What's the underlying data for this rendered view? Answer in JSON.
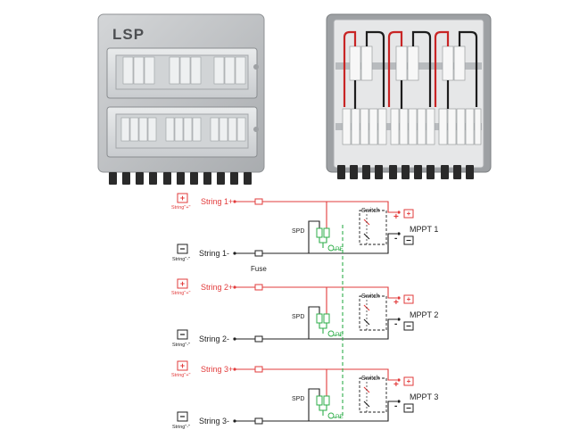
{
  "brand": {
    "logo_text": "LSP"
  },
  "colors": {
    "positive": "#e23b3b",
    "negative": "#1f1f1f",
    "pe": "#2eae4a",
    "enclosure": "#b9bcbf",
    "enclosure_inner": "#d9dbdd"
  },
  "labels": {
    "fuse": "Fuse",
    "spd": "SPD",
    "pe": "PE",
    "switch": "Switch",
    "plus_sign": "+",
    "minus_sign": "-",
    "string_plus_tag": "String\"+\"",
    "string_minus_tag": "String\"-\""
  },
  "strings": [
    {
      "plus_label": "String 1+",
      "minus_label": "String 1-",
      "mppt": "MPPT 1"
    },
    {
      "plus_label": "String 2+",
      "minus_label": "String 2-",
      "mppt": "MPPT 2"
    },
    {
      "plus_label": "String 3+",
      "minus_label": "String 3-",
      "mppt": "MPPT 3"
    }
  ]
}
